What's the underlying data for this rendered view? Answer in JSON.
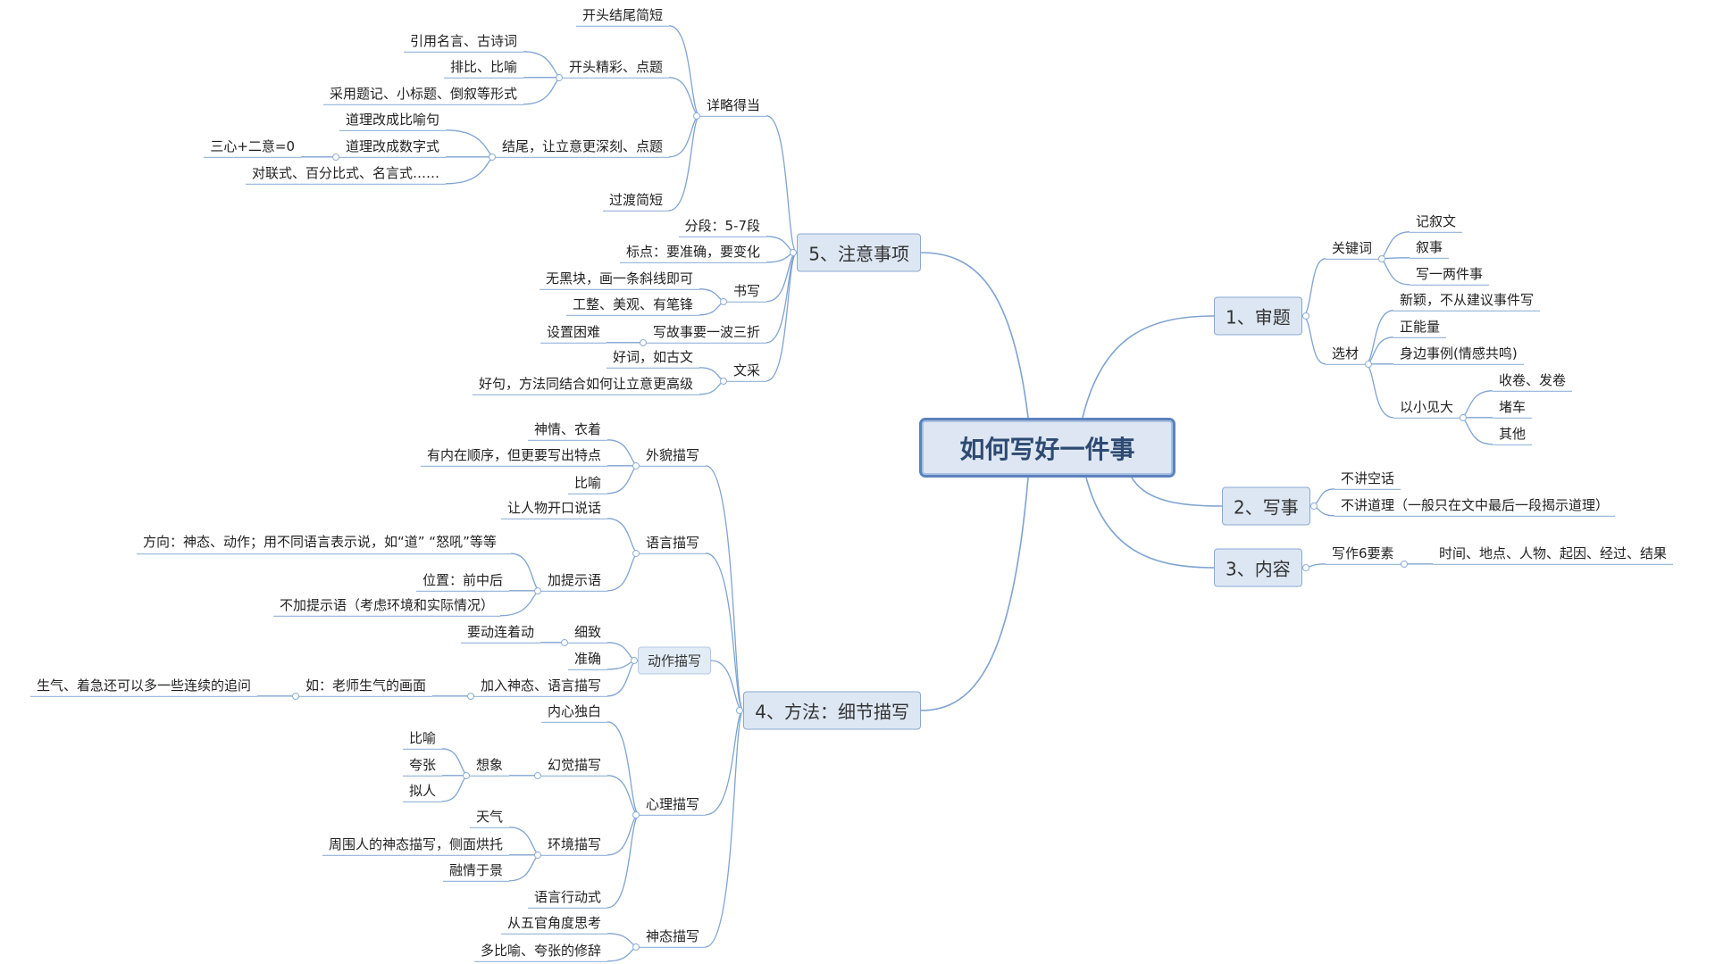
{
  "root": {
    "label": "如何写好一件事"
  },
  "branches": [
    {
      "label": "1、审题",
      "children": [
        {
          "label": "关键词",
          "children": [
            {
              "label": "记叙文"
            },
            {
              "label": "叙事"
            },
            {
              "label": "写一两件事"
            }
          ]
        },
        {
          "label": "选材",
          "children": [
            {
              "label": "新颖，不从建议事件写"
            },
            {
              "label": "正能量"
            },
            {
              "label": "身边事例(情感共鸣)"
            },
            {
              "label": "以小见大",
              "children": [
                {
                  "label": "收卷、发卷"
                },
                {
                  "label": "堵车"
                },
                {
                  "label": "其他"
                }
              ]
            }
          ]
        }
      ]
    },
    {
      "label": "2、写事",
      "children": [
        {
          "label": "不讲空话"
        },
        {
          "label": "不讲道理（一般只在文中最后一段揭示道理）"
        }
      ]
    },
    {
      "label": "3、内容",
      "children": [
        {
          "label": "写作6要素",
          "children": [
            {
              "label": "时间、地点、人物、起因、经过、结果"
            }
          ]
        }
      ]
    },
    {
      "label": "4、方法：细节描写",
      "children": [
        {
          "label": "外貌描写",
          "children": [
            {
              "label": "神情、衣着"
            },
            {
              "label": "有内在顺序，但更要写出特点"
            },
            {
              "label": "比喻"
            }
          ]
        },
        {
          "label": "语言描写",
          "children": [
            {
              "label": "让人物开口说话"
            },
            {
              "label": "加提示语",
              "children": [
                {
                  "label": "方向：神态、动作；用不同语言表示说，如“道” “怒吼”等等"
                },
                {
                  "label": "位置：前中后"
                },
                {
                  "label": "不加提示语（考虑环境和实际情况）"
                }
              ]
            }
          ]
        },
        {
          "label": "动作描写",
          "children": [
            {
              "label": "细致",
              "children": [
                {
                  "label": "要动连着动"
                }
              ]
            },
            {
              "label": "准确"
            },
            {
              "label": "加入神态、语言描写",
              "children": [
                {
                  "label": "如：老师生气的画面",
                  "children": [
                    {
                      "label": "生气、着急还可以多一些连续的追问"
                    }
                  ]
                }
              ]
            }
          ]
        },
        {
          "label": "心理描写",
          "children": [
            {
              "label": "内心独白"
            },
            {
              "label": "幻觉描写",
              "children": [
                {
                  "label": "想象",
                  "children": [
                    {
                      "label": "比喻"
                    },
                    {
                      "label": "夸张"
                    },
                    {
                      "label": "拟人"
                    }
                  ]
                }
              ]
            },
            {
              "label": "环境描写",
              "children": [
                {
                  "label": "天气"
                },
                {
                  "label": "周围人的神态描写，侧面烘托"
                },
                {
                  "label": "融情于景"
                }
              ]
            },
            {
              "label": "语言行动式"
            }
          ]
        },
        {
          "label": "神态描写",
          "children": [
            {
              "label": "从五官角度思考"
            },
            {
              "label": "多比喻、夸张的修辞"
            }
          ]
        }
      ]
    },
    {
      "label": "5、注意事项",
      "children": [
        {
          "label": "详略得当",
          "children": [
            {
              "label": "开头结尾简短"
            },
            {
              "label": "开头精彩、点题",
              "children": [
                {
                  "label": "引用名言、古诗词"
                },
                {
                  "label": "排比、比喻"
                },
                {
                  "label": "采用题记、小标题、倒叙等形式"
                }
              ]
            },
            {
              "label": "结尾，让立意更深刻、点题",
              "children": [
                {
                  "label": "道理改成比喻句"
                },
                {
                  "label": "道理改成数字式",
                  "children": [
                    {
                      "label": "三心+二意=0"
                    }
                  ]
                },
                {
                  "label": "对联式、百分比式、名言式……"
                }
              ]
            },
            {
              "label": "过渡简短"
            }
          ]
        },
        {
          "label": "分段：5-7段"
        },
        {
          "label": "标点：要准确，要变化"
        },
        {
          "label": "书写",
          "children": [
            {
              "label": "无黑块，画一条斜线即可"
            },
            {
              "label": "工整、美观、有笔锋"
            }
          ]
        },
        {
          "label": "写故事要一波三折",
          "children": [
            {
              "label": "设置困难"
            }
          ]
        },
        {
          "label": "文采",
          "children": [
            {
              "label": "好词，如古文"
            },
            {
              "label": "好句，方法同结合如何让立意更高级"
            }
          ]
        }
      ]
    }
  ],
  "colors": {
    "line": "#7fa3d1",
    "box_fill": "#dde7f3",
    "root_border": "#5b82bd"
  }
}
